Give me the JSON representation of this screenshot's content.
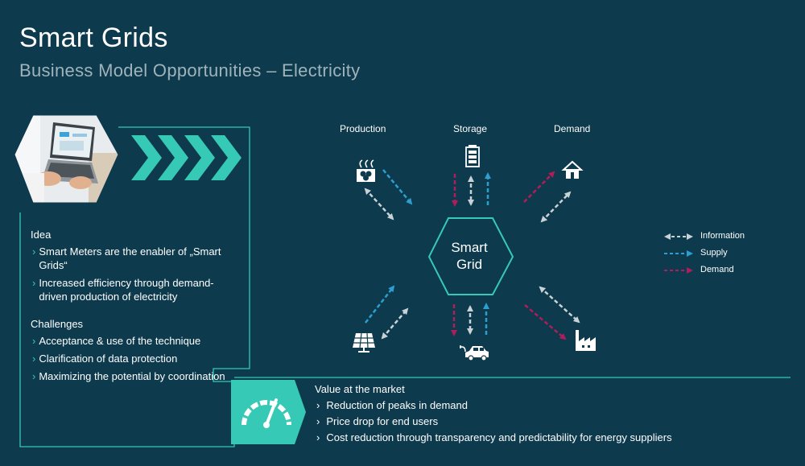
{
  "header": {
    "title": "Smart Grids",
    "subtitle": "Business Model Opportunities – Electricity"
  },
  "idea": {
    "heading": "Idea",
    "items": [
      "Smart Meters are the enabler of „Smart Grids“",
      "Increased efficiency through demand-driven production of electricity"
    ]
  },
  "challenges": {
    "heading": "Challenges",
    "items": [
      "Acceptance & use of the technique",
      "Clarification of data protection",
      "Maximizing the potential by coordination"
    ]
  },
  "diagram": {
    "center_label_line1": "Smart",
    "center_label_line2": "Grid",
    "nodes": {
      "production": "Production",
      "storage": "Storage",
      "demand": "Demand"
    },
    "icons": [
      "power-plant-icon",
      "battery-icon",
      "house-icon",
      "solar-panel-icon",
      "electric-car-icon",
      "factory-icon"
    ]
  },
  "legend": {
    "information": "Information",
    "supply": "Supply",
    "demand": "Demand"
  },
  "value": {
    "heading": "Value at the market",
    "items": [
      "Reduction of peaks in demand",
      "Price drop for end users",
      "Cost reduction through transparency and predictability for energy suppliers"
    ]
  },
  "colors": {
    "background": "#0d3a4d",
    "accent_teal": "#36c9b5",
    "information": "#c9d2d6",
    "supply": "#2e9ecf",
    "demand": "#b01d5a"
  }
}
